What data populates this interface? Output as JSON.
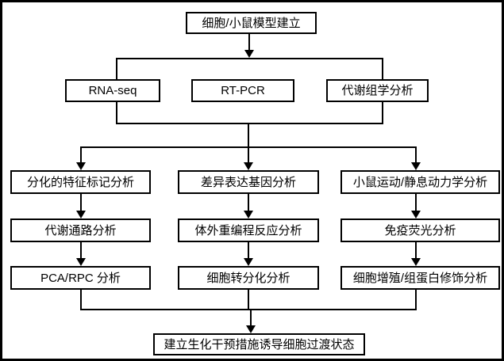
{
  "diagram": {
    "root": {
      "label": "细胞/小鼠模型建立"
    },
    "assays": [
      {
        "label": "RNA-seq"
      },
      {
        "label": "RT-PCR"
      },
      {
        "label": "代谢组学分析"
      }
    ],
    "columns": {
      "left": [
        {
          "label": "分化的特征标记分析"
        },
        {
          "label": "代谢通路分析"
        },
        {
          "label": "PCA/RPC 分析"
        }
      ],
      "middle": [
        {
          "label": "差异表达基因分析"
        },
        {
          "label": "体外重编程反应分析"
        },
        {
          "label": "细胞转分化分析"
        }
      ],
      "right": [
        {
          "label": "小鼠运动/静息动力学分析"
        },
        {
          "label": "免疫荧光分析"
        },
        {
          "label": "细胞增殖/组蛋白修饰分析"
        }
      ]
    },
    "final": {
      "label": "建立生化干预措施诱导细胞过渡状态"
    },
    "colors": {
      "line": "#000000",
      "box_border": "#000000",
      "box_fill": "#ffffff",
      "background": "#ffffff",
      "text": "#000000"
    }
  }
}
